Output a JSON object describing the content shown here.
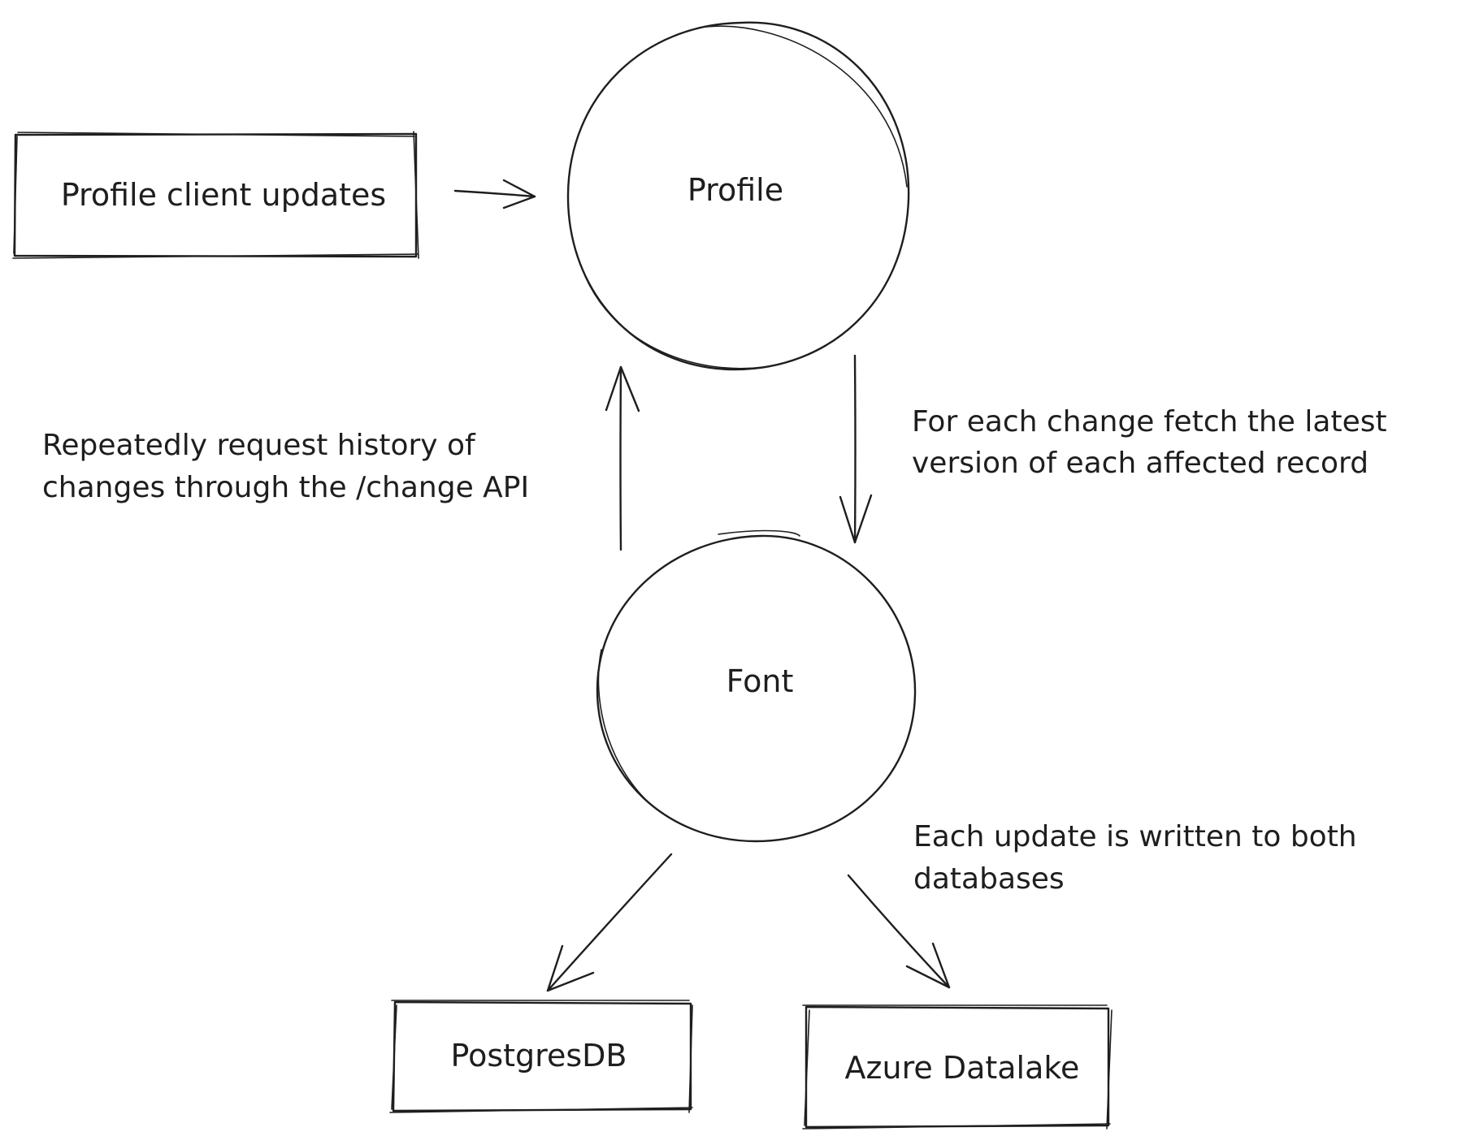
{
  "nodes": {
    "profile_client_updates": {
      "label": "Profile client updates"
    },
    "profile": {
      "label": "Profile"
    },
    "font": {
      "label": "Font"
    },
    "postgres": {
      "label": "PostgresDB"
    },
    "azure": {
      "label": "Azure Datalake"
    }
  },
  "annotations": {
    "poll": {
      "line1": "Repeatedly request history of",
      "line2": "changes through the /change API"
    },
    "fetch": {
      "line1": "For each change fetch the latest",
      "line2": "version of each affected record"
    },
    "write": {
      "line1": "Each update is written to both",
      "line2": "databases"
    }
  },
  "colors": {
    "stroke": "#1e1e1e",
    "background": "#ffffff"
  }
}
